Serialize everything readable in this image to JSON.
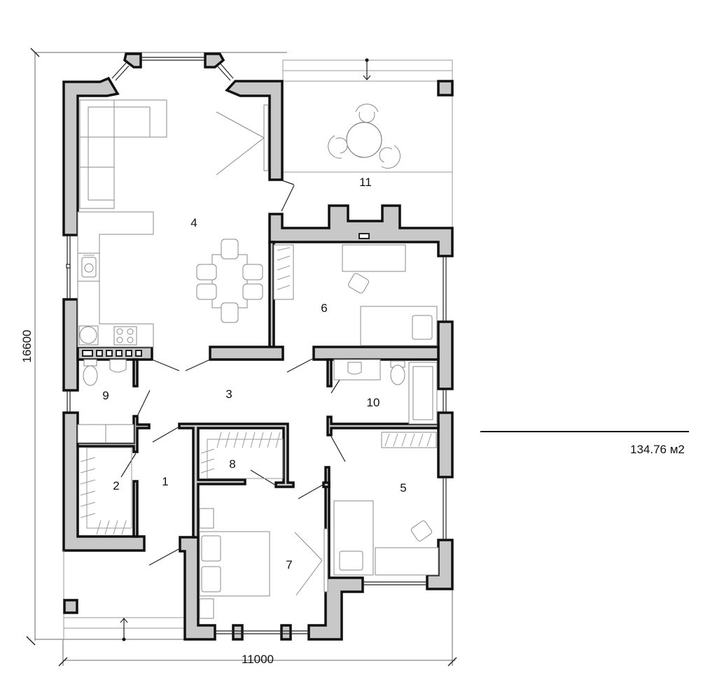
{
  "plan": {
    "type": "floor plan",
    "dimensions": {
      "width_label": "11000",
      "height_label": "16600"
    },
    "total_area": {
      "value": "134.76",
      "unit": "м2",
      "label": "134.76 м2"
    },
    "rooms": [
      {
        "id": "1",
        "label": "1",
        "description": "hall / entrance corridor"
      },
      {
        "id": "2",
        "label": "2",
        "description": "wardrobe closet"
      },
      {
        "id": "3",
        "label": "3",
        "description": "central hallway"
      },
      {
        "id": "4",
        "label": "4",
        "description": "living room with kitchen and dining"
      },
      {
        "id": "5",
        "label": "5",
        "description": "bedroom with desk"
      },
      {
        "id": "6",
        "label": "6",
        "description": "bedroom with desk"
      },
      {
        "id": "7",
        "label": "7",
        "description": "master bedroom with double bed"
      },
      {
        "id": "8",
        "label": "8",
        "description": "walk-in closet"
      },
      {
        "id": "9",
        "label": "9",
        "description": "WC / boiler room"
      },
      {
        "id": "10",
        "label": "10",
        "description": "bathroom with tub"
      },
      {
        "id": "11",
        "label": "11",
        "description": "terrace with round table"
      }
    ],
    "colors": {
      "wall_fill": "#c8c8c8",
      "wall_stroke": "#111111",
      "furniture": "#8a8a8a",
      "background": "#ffffff"
    }
  }
}
